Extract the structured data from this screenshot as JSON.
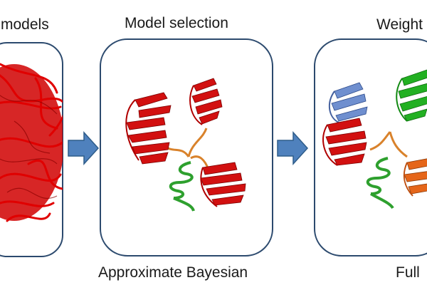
{
  "stages": [
    {
      "title": "models",
      "caption": ""
    },
    {
      "title": "Model selection",
      "caption": "Approximate Bayesian"
    },
    {
      "title": "Weight",
      "caption": "Full"
    }
  ],
  "colors": {
    "panel_border": "#2c4a6e",
    "arrow_fill": "#4f81bd",
    "arrow_stroke": "#2f5d8a",
    "domain_red": "#d00000",
    "linker_orange": "#d9822b",
    "helix_green": "#2ea02e",
    "domain_blue": "#6f8fcf",
    "domain_green": "#22b022",
    "domain_orange": "#e5661a"
  },
  "icons": [
    "protein-ensemble",
    "protein-structure-selected",
    "protein-structure-weighted",
    "right-arrow"
  ]
}
